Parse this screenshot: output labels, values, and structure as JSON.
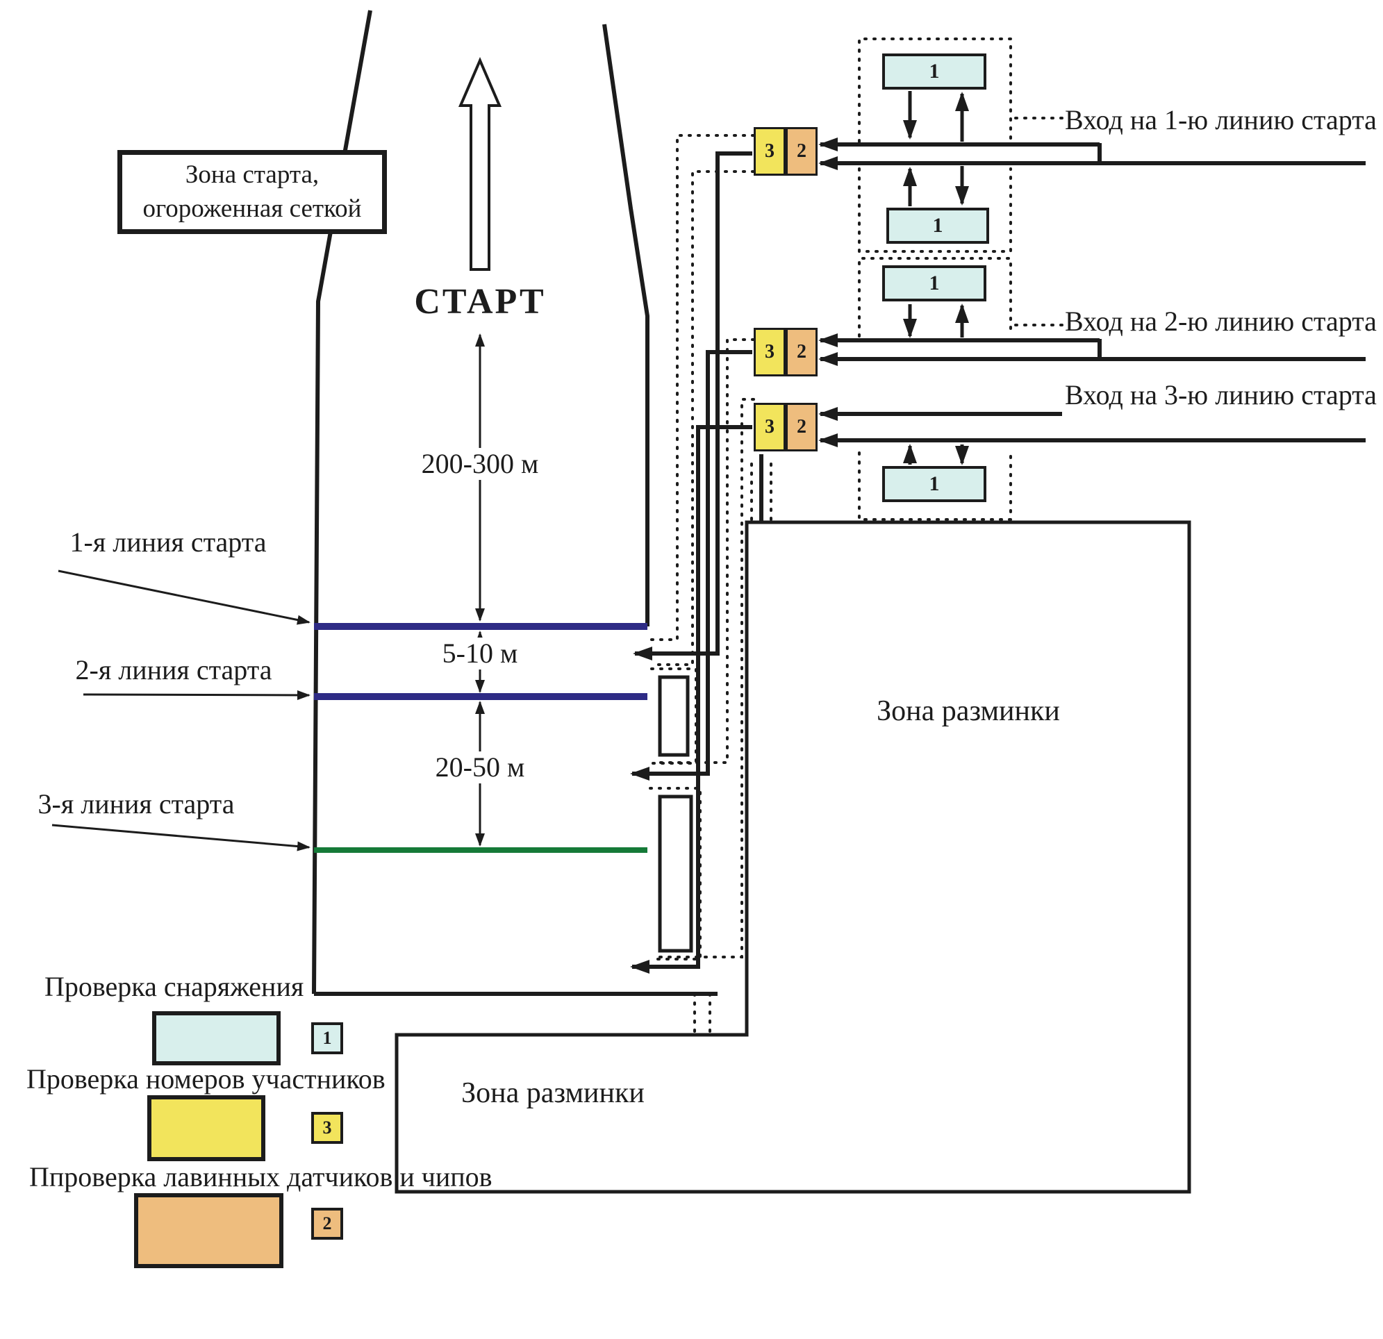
{
  "colors": {
    "station_equipment": "#d8efec",
    "station_bib": "#f2e45c",
    "station_transceiver": "#eebd7e",
    "start_line_1_2": "#2e2b85",
    "start_line_3": "#157a38",
    "outline": "#1c1c1c"
  },
  "start_zone": {
    "label_line1": "Зона старта,",
    "label_line2": "огороженная сеткой"
  },
  "start": {
    "label": "СТАРТ"
  },
  "distances": {
    "top": "200-300 м",
    "line1_line2": "5-10 м",
    "line2_line3": "20-50 м"
  },
  "start_lines": [
    {
      "label": "1-я линия старта"
    },
    {
      "label": "2-я линия старта"
    },
    {
      "label": "3-я линия старта"
    }
  ],
  "entries": [
    {
      "label": "Вход на 1-ю линию старта"
    },
    {
      "label": "Вход на 2-ю линию старта"
    },
    {
      "label": "Вход на 3-ю линию старта"
    }
  ],
  "warmup_zone": {
    "right_label": "Зона разминки",
    "bottom_label": "Зона разминки"
  },
  "stations": {
    "equipment_check": {
      "number": "1",
      "legend_label": "Проверка снаряжения"
    },
    "bib_check": {
      "number": "3",
      "legend_label": "Проверка номеров участников"
    },
    "transceiver_chip_check": {
      "number": "2",
      "legend_label": "Ппроверка лавинных датчиков и чипов"
    }
  }
}
